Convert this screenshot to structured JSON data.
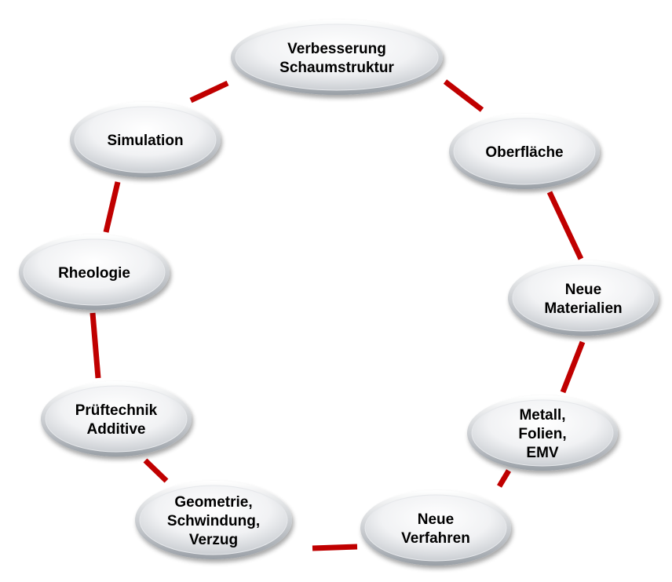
{
  "colors": {
    "connector": "#c00000",
    "node_fill_light": "#ffffff",
    "node_fill_dark": "#c9cdd2",
    "node_edge": "#b5bac0",
    "text": "#000000"
  },
  "nodes": [
    {
      "id": "verbesserung-schaumstruktur",
      "lines": [
        "Verbesserung",
        "Schaumstruktur"
      ]
    },
    {
      "id": "oberflaeche",
      "lines": [
        "Oberfläche"
      ]
    },
    {
      "id": "neue-materialien",
      "lines": [
        "Neue",
        "Materialien"
      ]
    },
    {
      "id": "metall-folien-emv",
      "lines": [
        "Metall,",
        "Folien,",
        "EMV"
      ]
    },
    {
      "id": "neue-verfahren",
      "lines": [
        "Neue",
        "Verfahren"
      ]
    },
    {
      "id": "geometrie-schwindung-verzug",
      "lines": [
        "Geometrie,",
        "Schwindung,",
        "Verzug"
      ]
    },
    {
      "id": "prueftechnik-additive",
      "lines": [
        "Prüftechnik",
        "Additive"
      ]
    },
    {
      "id": "rheologie",
      "lines": [
        "Rheologie"
      ]
    },
    {
      "id": "simulation",
      "lines": [
        "Simulation"
      ]
    }
  ]
}
